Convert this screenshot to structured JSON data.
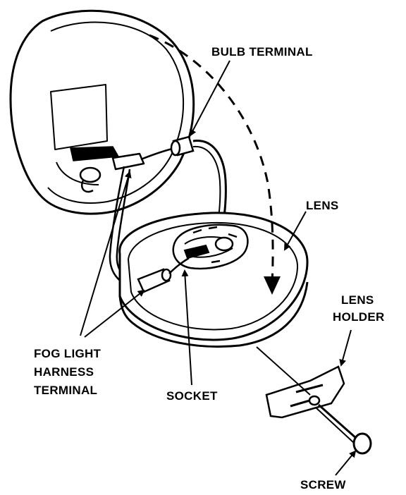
{
  "labels": {
    "bulb_terminal": "BULB TERMINAL",
    "lens": "LENS",
    "lens_holder_line1": "LENS",
    "lens_holder_line2": "HOLDER",
    "fog_line1": "FOG LIGHT",
    "fog_line2": "HARNESS",
    "fog_line3": "TERMINAL",
    "socket": "SOCKET",
    "screw": "SCREW"
  },
  "colors": {
    "ink": "#000000",
    "paper": "#ffffff"
  }
}
